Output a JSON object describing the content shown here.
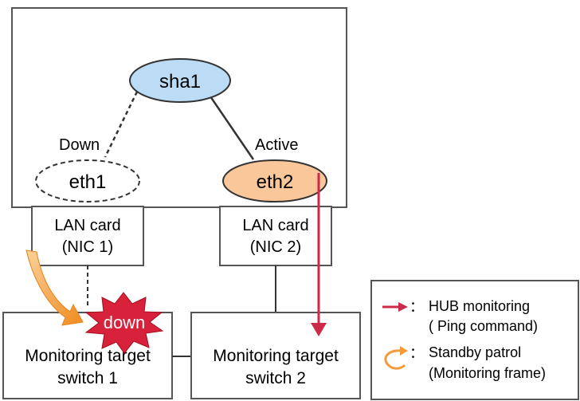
{
  "diagram": {
    "nodes": {
      "sha1": "sha1",
      "eth1": "eth1",
      "eth2": "eth2"
    },
    "link_labels": {
      "down": "Down",
      "active": "Active"
    },
    "lan_cards": [
      {
        "line1": "LAN card",
        "line2": "(NIC 1)"
      },
      {
        "line1": "LAN card",
        "line2": "(NIC 2)"
      }
    ],
    "switches": [
      {
        "line1": "Monitoring target",
        "line2": "switch 1"
      },
      {
        "line1": "Monitoring target",
        "line2": "switch 2"
      }
    ],
    "burst_label": "down",
    "legend": [
      {
        "marker": "：",
        "line1": "HUB monitoring",
        "line2": "( Ping command)"
      },
      {
        "marker": "：",
        "line1": "Standby patrol",
        "line2": "(Monitoring frame)"
      }
    ],
    "colors": {
      "sha1_fill": "#bcdcf5",
      "eth2_fill": "#f9c79a",
      "hub_arrow": "#cc2a4a",
      "patrol_arrow": "#f59a3a",
      "burst_fill": "#d8213a"
    }
  }
}
